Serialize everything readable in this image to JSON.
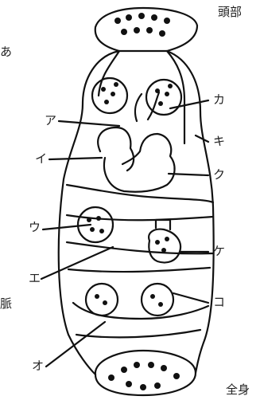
{
  "labels": {
    "top_right": "頭部",
    "bottom_right": "全身",
    "left_edge_top": "あ",
    "left_edge_mid": "脈",
    "a": "ア",
    "i": "イ",
    "u": "ウ",
    "e": "エ",
    "o": "オ",
    "ka": "カ",
    "ki": "キ",
    "ku": "ク",
    "ke": "ケ",
    "ko": "コ"
  },
  "colors": {
    "line": "#111111",
    "blood_dot": "#111111",
    "background": "#ffffff"
  }
}
